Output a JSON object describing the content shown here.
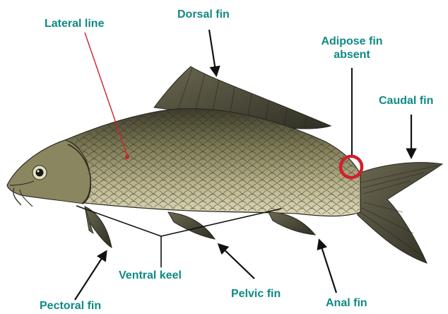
{
  "colors": {
    "label": "#0e8a84",
    "arrow": "#111111",
    "lateral_line_pointer": "#d21f2c",
    "adipose_circle": "#d21f2c",
    "fish_body": "#8e8a62",
    "fish_belly": "#d6d1ae",
    "fish_back": "#3f3d2c",
    "fin": "#5c5a48",
    "fin_dark": "#2e2d24"
  },
  "labels": {
    "lateral_line": "Lateral line",
    "dorsal_fin": "Dorsal fin",
    "adipose_fin_line1": "Adipose fin",
    "adipose_fin_line2": "absent",
    "caudal_fin": "Caudal fin",
    "ventral_keel": "Ventral keel",
    "pelvic_fin": "Pelvic fin",
    "anal_fin": "Anal fin",
    "pectoral_fin": "Pectoral fin"
  }
}
